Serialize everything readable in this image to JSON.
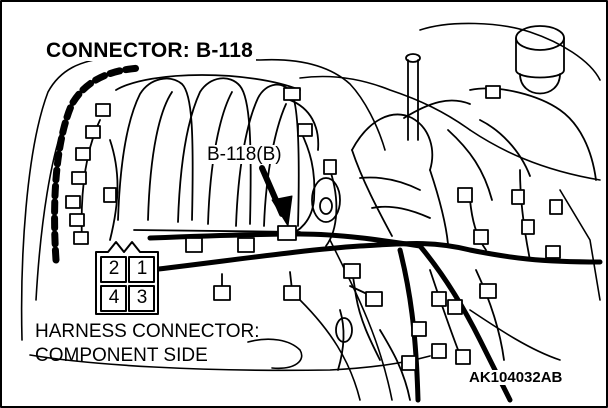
{
  "diagram": {
    "title": "CONNECTOR: B-118",
    "callout": "B-118(B)",
    "face_label_line1": "HARNESS CONNECTOR:",
    "face_label_line2": "COMPONENT SIDE",
    "figure_code": "AK104032AB",
    "pins": {
      "top_left": "2",
      "top_right": "1",
      "bottom_left": "4",
      "bottom_right": "3"
    }
  },
  "colors": {
    "line": "#000000",
    "background": "#ffffff"
  }
}
